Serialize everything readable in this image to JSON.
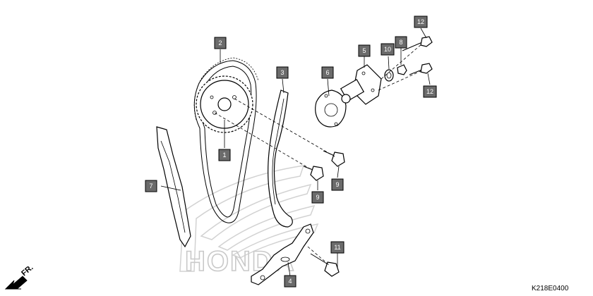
{
  "diagram": {
    "callouts": [
      {
        "id": "c1",
        "label": "1"
      },
      {
        "id": "c2",
        "label": "2"
      },
      {
        "id": "c3",
        "label": "3"
      },
      {
        "id": "c4",
        "label": "4"
      },
      {
        "id": "c5",
        "label": "5"
      },
      {
        "id": "c6",
        "label": "6"
      },
      {
        "id": "c7",
        "label": "7"
      },
      {
        "id": "c8",
        "label": "8"
      },
      {
        "id": "c9a",
        "label": "9"
      },
      {
        "id": "c9b",
        "label": "9"
      },
      {
        "id": "c10",
        "label": "10"
      },
      {
        "id": "c11",
        "label": "11"
      },
      {
        "id": "c12a",
        "label": "12"
      },
      {
        "id": "c12b",
        "label": "12"
      }
    ],
    "direction_label": "FR.",
    "drawing_code": "K218E0400",
    "watermark": "HONDA",
    "colors": {
      "callout_box": "#6b6b6b",
      "watermark": "#c9c9c9",
      "line": "#000000"
    }
  }
}
